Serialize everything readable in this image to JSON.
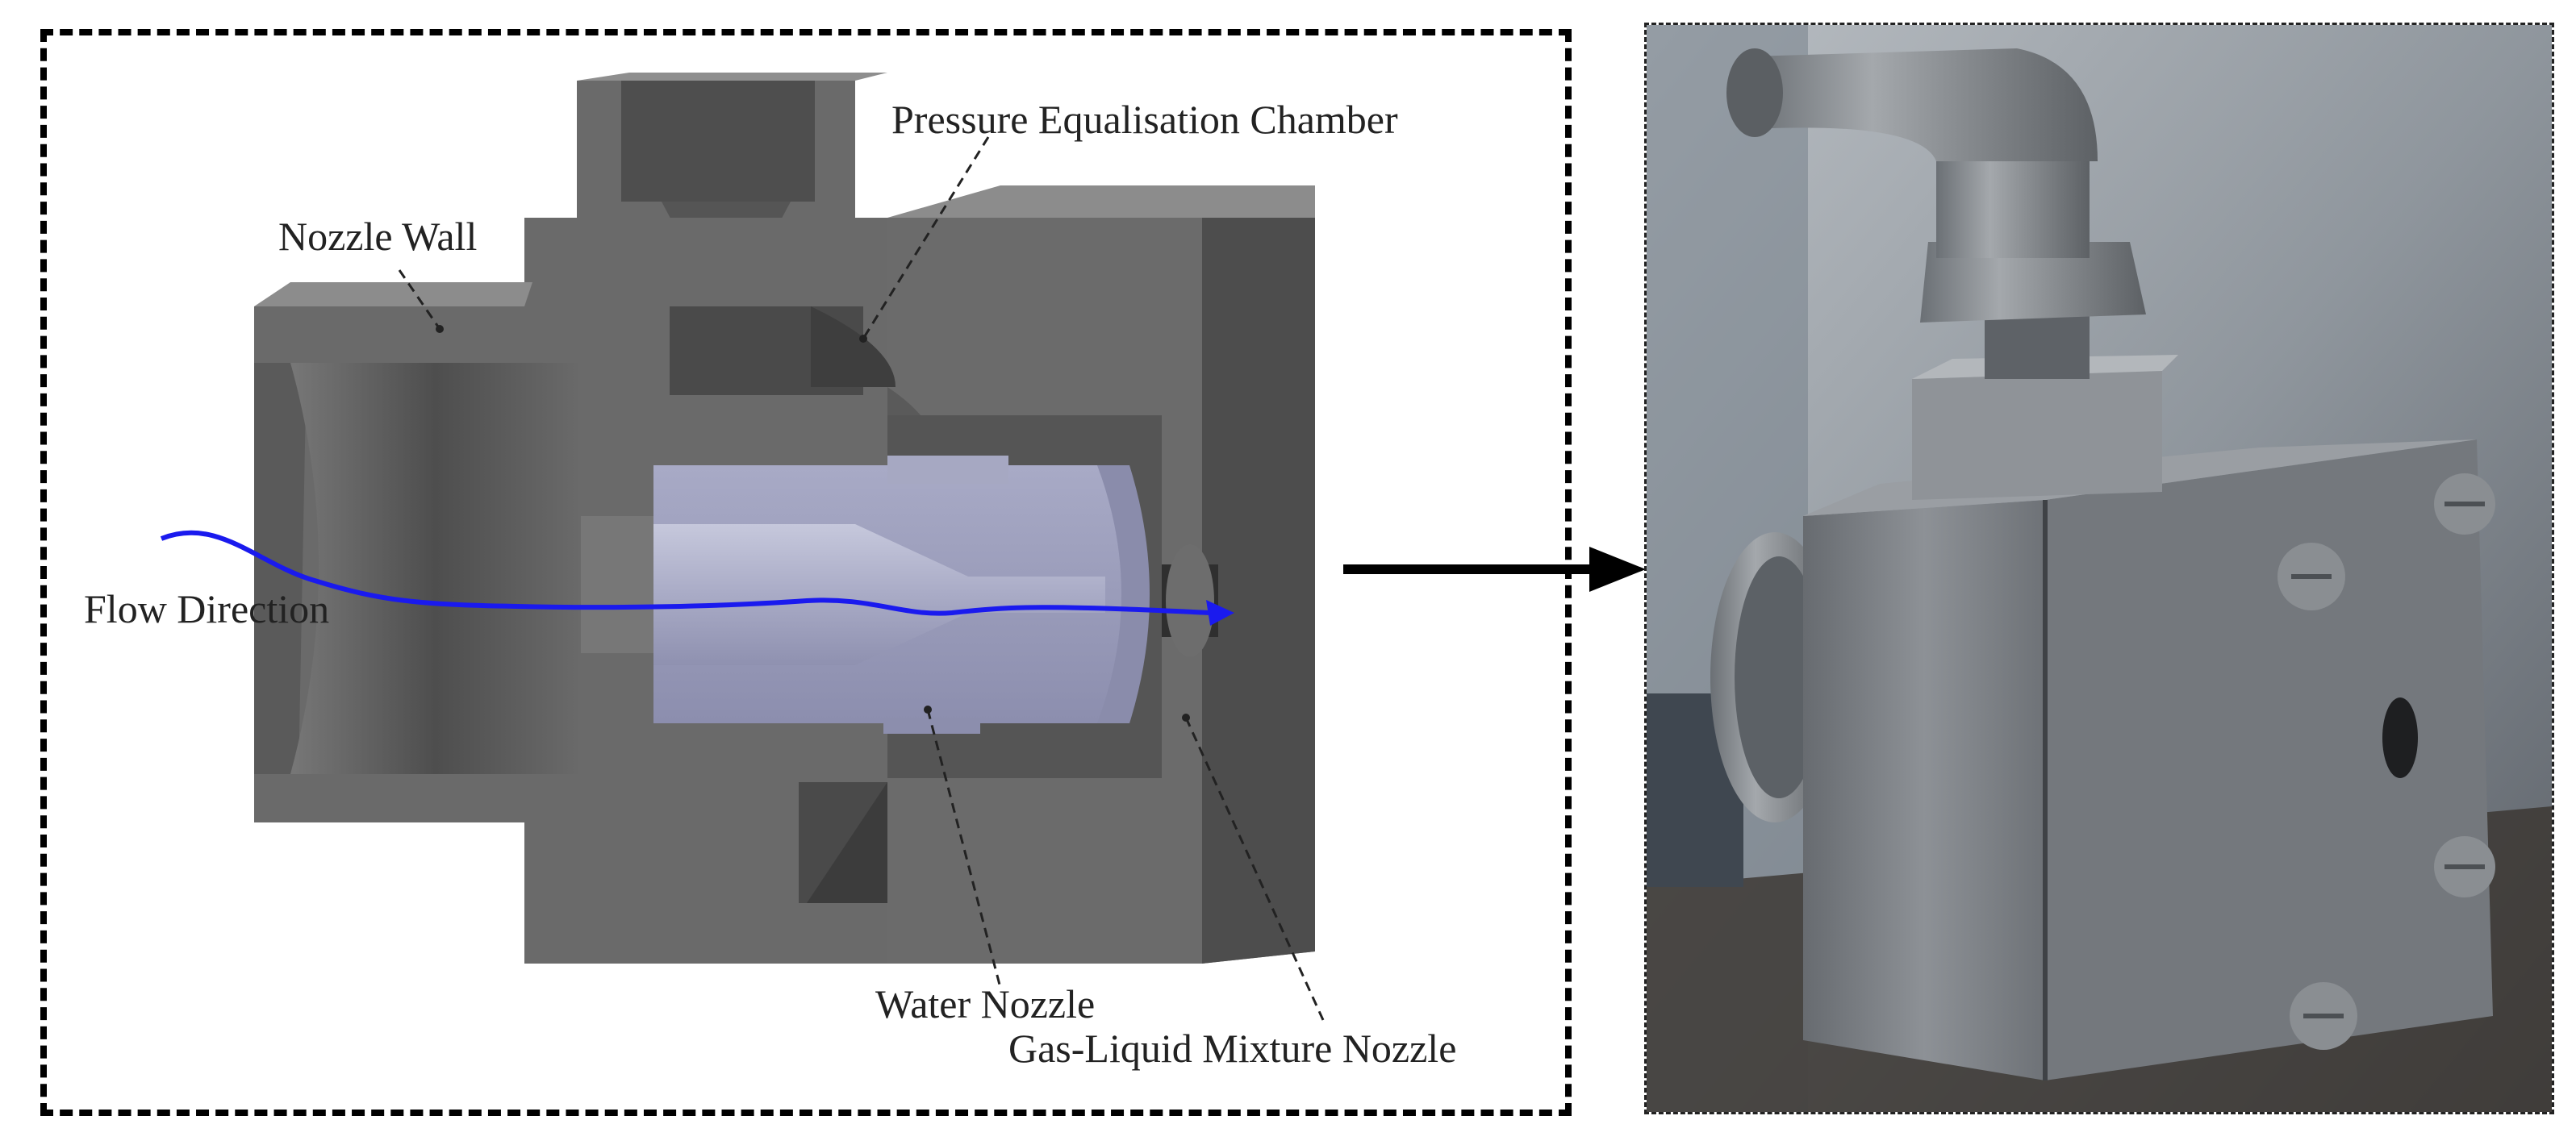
{
  "labels": {
    "nozzle_wall": "Nozzle Wall",
    "pressure_chamber": "Pressure Equalisation Chamber",
    "flow_direction": "Flow Direction",
    "water_nozzle": "Water Nozzle",
    "mixture_nozzle": "Gas-Liquid Mixture Nozzle"
  },
  "colors": {
    "body_dark": "#585858",
    "body_mid": "#6e6e6e",
    "body_light": "#8a8a8a",
    "insert": "#9a9cbb",
    "flow_line": "#1a1aee",
    "arrow": "#000000"
  }
}
